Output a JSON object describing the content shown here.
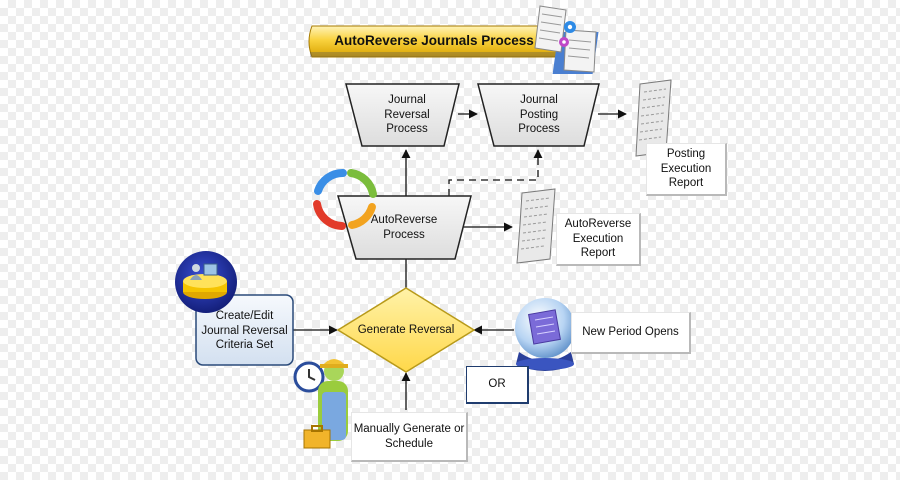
{
  "title": "AutoReverse Journals Process",
  "nodes": {
    "journal_reversal": "Journal Reversal Process",
    "journal_posting": "Journal Posting Process",
    "posting_report": "Posting Execution Report",
    "autoreverse_process": "AutoReverse Process",
    "autoreverse_report": "AutoReverse Execution Report",
    "criteria_set": "Create/Edit Journal Reversal Criteria Set",
    "generate_reversal": "Generate Reversal",
    "new_period": "New Period Opens",
    "or_label": "OR",
    "manual": "Manually Generate or Schedule"
  },
  "icons": [
    "process-docs-gear-icon",
    "cycle-arrows-icon",
    "database-user-icon",
    "crystal-ball-calendar-icon",
    "worker-clock-briefcase-icon",
    "report-document-icon"
  ],
  "colors": {
    "process_fill": "#ececec",
    "decision_fill": "#ffe27a",
    "decision_border": "#b89a1a",
    "title_fill": "#f7c520",
    "criteria_fill": "#e6eef8",
    "criteria_border": "#2a4a7a",
    "or_border": "#1f3c6e"
  }
}
